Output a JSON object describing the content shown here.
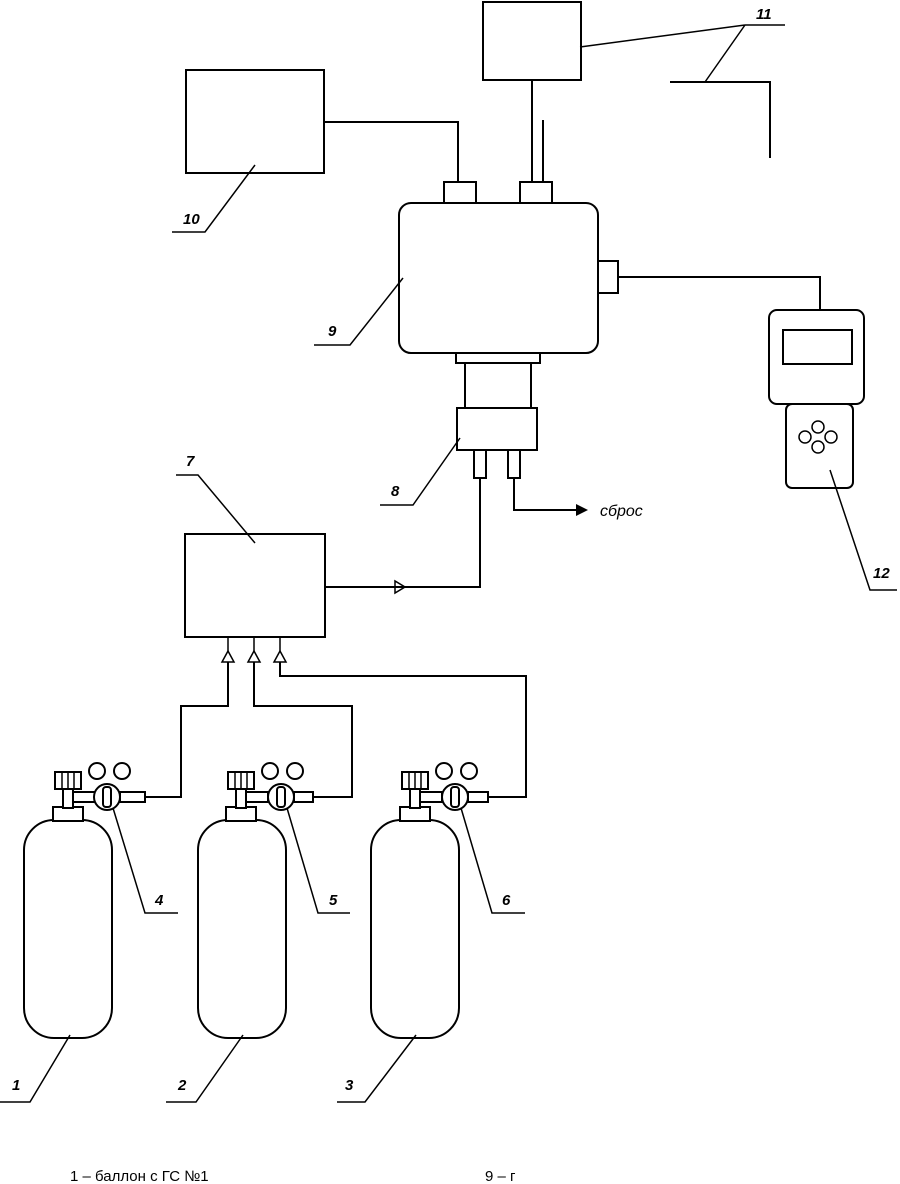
{
  "labels": {
    "n1": "1",
    "n2": "2",
    "n3": "3",
    "n4": "4",
    "n5": "5",
    "n6": "6",
    "n7": "7",
    "n8": "8",
    "n9": "9",
    "n10": "10",
    "n11": "11",
    "n12": "12"
  },
  "exhaust_label": "сброс",
  "caption": {
    "left": "1 – баллон с ГС №1",
    "right": "9 – г"
  }
}
